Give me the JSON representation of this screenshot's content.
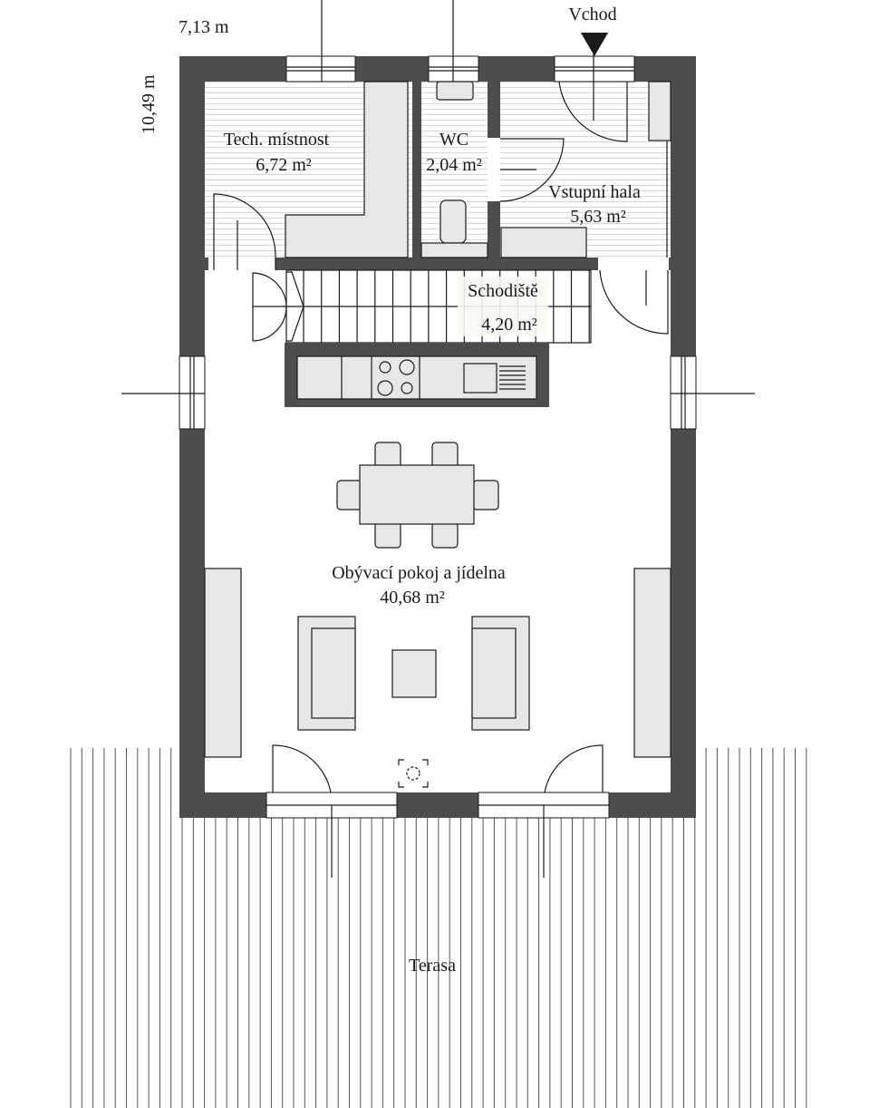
{
  "dimensions": {
    "width": "7,13 m",
    "length": "10,49 m"
  },
  "entrance": {
    "label": "Vchod"
  },
  "rooms": {
    "tech": {
      "name": "Tech. místnost",
      "area": "6,72 m²"
    },
    "wc": {
      "name": "WC",
      "area": "2,04 m²"
    },
    "hall": {
      "name": "Vstupní hala",
      "area": "5,63 m²"
    },
    "stairs": {
      "name": "Schodiště",
      "area": "4,20 m²"
    },
    "living": {
      "name": "Obývací pokoj a jídelna",
      "area": "40,68 m²"
    },
    "terrace": {
      "name": "Terasa"
    }
  },
  "colors": {
    "wall": "#4d4d4d",
    "furniture": "#e6e7e8"
  }
}
